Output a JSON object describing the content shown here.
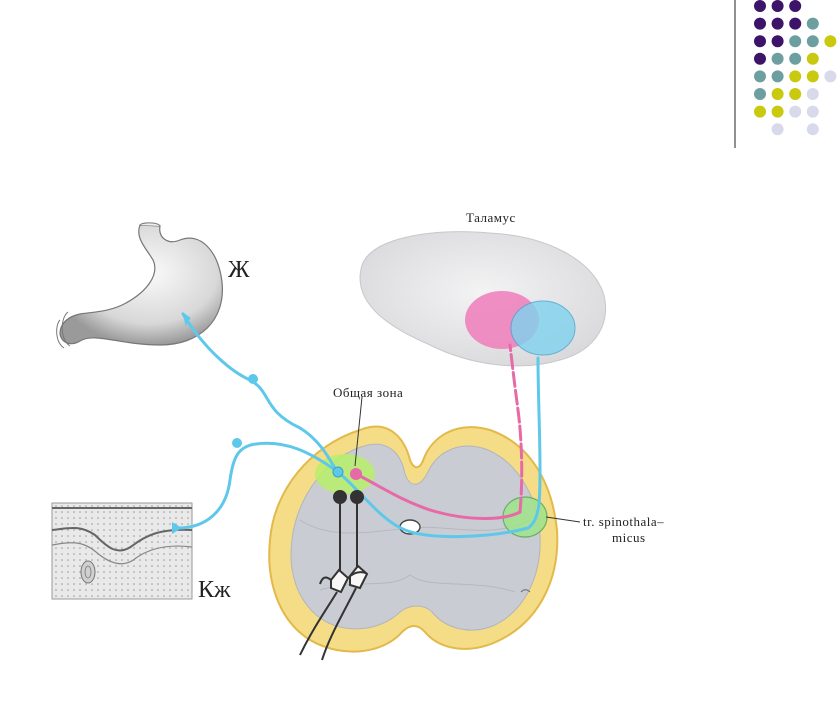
{
  "labels": {
    "thalamus": "Таламус",
    "stomach": "Ж",
    "skin": "Кж",
    "common_zone": "Общая зона",
    "tract_line1": "tr. spinothala–",
    "tract_line2": "micus"
  },
  "colors": {
    "dot_purple": "#3d1468",
    "dot_teal": "#6e9fa0",
    "dot_yellow": "#c9c90f",
    "dot_lavender": "#d9d9ec",
    "nerve_blue": "#5ec8ea",
    "pink": "#e66aa8",
    "green_zone": "#b7ee6a",
    "cord_yellow": "#f2d873",
    "cord_grey": "#c9ccd3",
    "thalamus_grey": "#e6e6e8"
  },
  "dot_grid": [
    [
      "purple",
      "purple",
      "purple",
      null,
      null
    ],
    [
      "purple",
      "purple",
      "purple",
      "teal",
      null
    ],
    [
      "purple",
      "purple",
      "teal",
      "teal",
      "yellow"
    ],
    [
      "purple",
      "teal",
      "teal",
      "yellow",
      null
    ],
    [
      "teal",
      "teal",
      "yellow",
      "yellow",
      "lavender"
    ],
    [
      "teal",
      "yellow",
      "yellow",
      "lavender",
      null
    ],
    [
      "yellow",
      "yellow",
      "lavender",
      "lavender",
      null
    ],
    [
      null,
      "lavender",
      null,
      "lavender",
      null
    ]
  ]
}
